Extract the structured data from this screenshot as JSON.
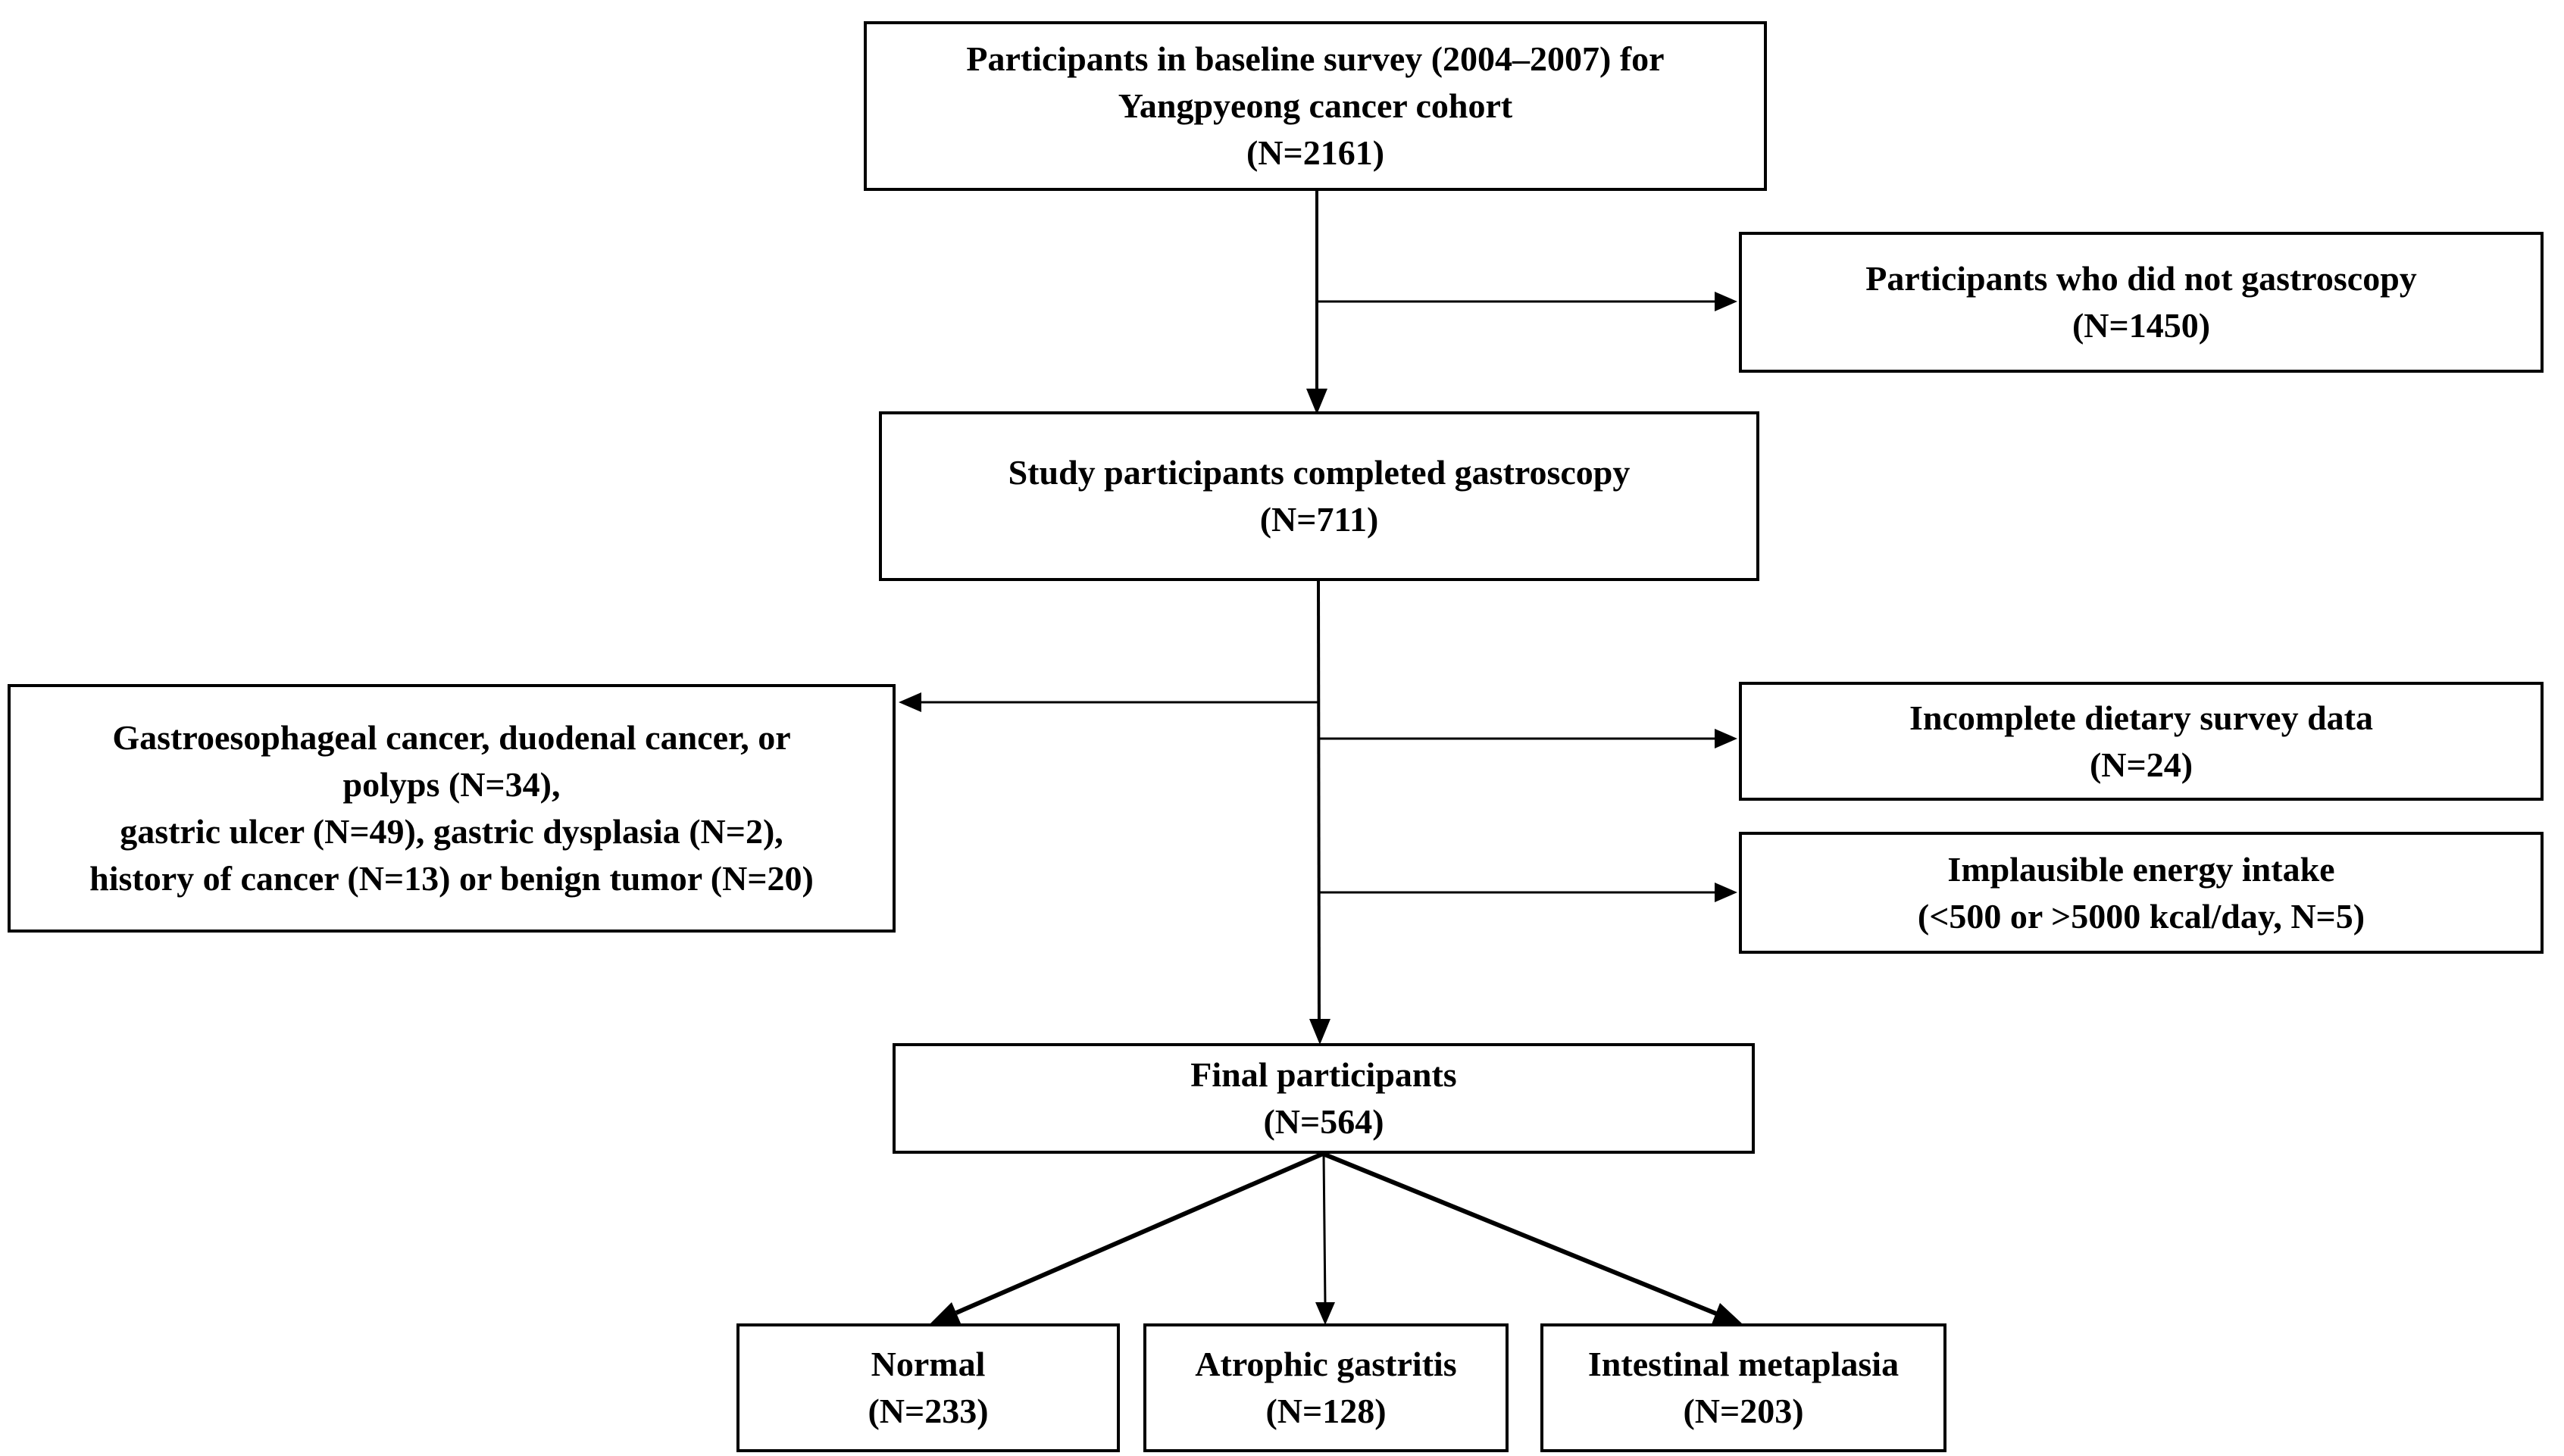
{
  "diagram": {
    "type": "flowchart",
    "colors": {
      "line": "#000000",
      "border": "#000000",
      "box_fill": "#ffffff",
      "text": "#000000",
      "background": "#ffffff"
    },
    "boxes": {
      "baseline": {
        "lines": [
          "Participants in baseline survey (2004–2007) for",
          "Yangpyeong cancer cohort",
          "(N=2161)"
        ]
      },
      "no_gastroscopy": {
        "lines": [
          "Participants who did not gastroscopy",
          "(N=1450)"
        ]
      },
      "completed_gastroscopy": {
        "lines": [
          "Study participants completed gastroscopy",
          "(N=711)"
        ]
      },
      "clinical_exclusions": {
        "lines": [
          "Gastroesophageal cancer, duodenal cancer, or",
          "polyps (N=34),",
          "gastric ulcer (N=49), gastric dysplasia (N=2),",
          "history of cancer (N=13) or benign tumor (N=20)"
        ]
      },
      "incomplete_dietary": {
        "lines": [
          "Incomplete dietary survey data",
          "(N=24)"
        ]
      },
      "implausible_energy": {
        "lines": [
          "Implausible energy intake",
          "(<500 or >5000 kcal/day, N=5)"
        ]
      },
      "final_participants": {
        "lines": [
          "Final participants",
          "(N=564)"
        ]
      },
      "normal": {
        "lines": [
          "Normal",
          "(N=233)"
        ]
      },
      "atrophic_gastritis": {
        "lines": [
          "Atrophic gastritis",
          "(N=128)"
        ]
      },
      "intestinal_metaplasia": {
        "lines": [
          "Intestinal metaplasia",
          "(N=203)"
        ]
      }
    }
  }
}
